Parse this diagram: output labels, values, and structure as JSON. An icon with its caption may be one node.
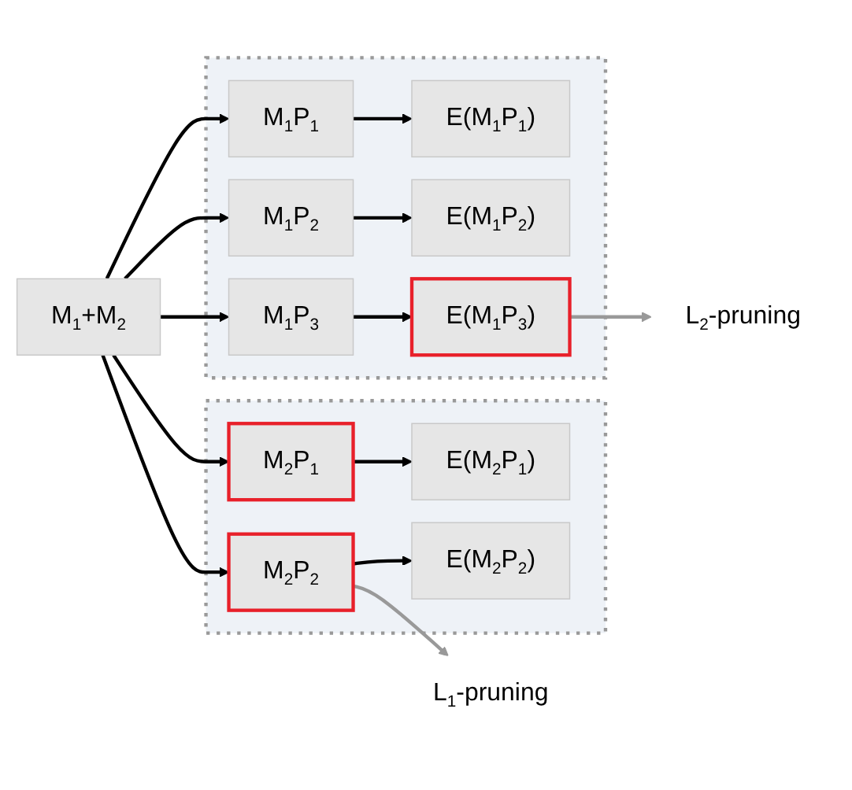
{
  "diagram": {
    "nodes": [
      {
        "text": [
          "M$_{1}$+M$_{2}$"
        ]
      },
      {
        "text": [],
        "shape": "box"
      },
      {
        "text": [
          "M$_{1}$P$_{1}$"
        ],
        "in": 1
      },
      {
        "text": [
          "E(M$_{1}$P$_{1}$)"
        ],
        "in": 1
      },
      {
        "text": [
          "M$_{1}$P$_{2}$"
        ],
        "in": 1
      },
      {
        "text": [
          "E(M$_{1}$P$_{2}$)"
        ],
        "in": 1
      },
      {
        "text": [
          "M$_{1}$P$_{3}$"
        ],
        "in": 1
      },
      {
        "text": [
          "E(M$_{1}$P$_{3}$)"
        ],
        "in": 1
      },
      {
        "text": [],
        "shape": "box"
      },
      {
        "text": [
          "M$_{2}$P$_{1}$"
        ],
        "in": 8
      },
      {
        "text": [
          "E(M$_{2}$P$_{1}$)"
        ],
        "in": 8
      },
      {
        "text": [
          "M$_{2}$P$_{2}$"
        ],
        "in": 8
      },
      {
        "text": [
          "E(M$_{2}$P$_{2}$)"
        ],
        "in": 8
      },
      {
        "text": [
          "L$_{1}$-pruning"
        ]
      },
      {
        "text": [
          "L$_{2}$-pruning"
        ]
      }
    ],
    "edges": [
      {
        "from": 0,
        "to": 2,
        "arrow": "to"
      },
      {
        "from": 0,
        "to": 4,
        "arrow": "to"
      },
      {
        "from": 0,
        "to": 6,
        "arrow": "to"
      },
      {
        "from": 0,
        "to": 9,
        "arrow": "to"
      },
      {
        "from": 0,
        "to": 11,
        "arrow": "to"
      },
      {
        "from": 2,
        "to": 3,
        "arrow": "to"
      },
      {
        "from": 4,
        "to": 5,
        "arrow": "to"
      },
      {
        "from": 6,
        "to": 7,
        "arrow": "to"
      },
      {
        "from": 9,
        "to": 10,
        "arrow": "to"
      },
      {
        "from": 11,
        "to": 12,
        "arrow": "to"
      },
      {
        "from": 11,
        "to": 13,
        "arrow": "to",
        "color": "#999999"
      },
      {
        "from": 7,
        "to": 14,
        "arrow": "to",
        "color": "#999999"
      }
    ]
  }
}
